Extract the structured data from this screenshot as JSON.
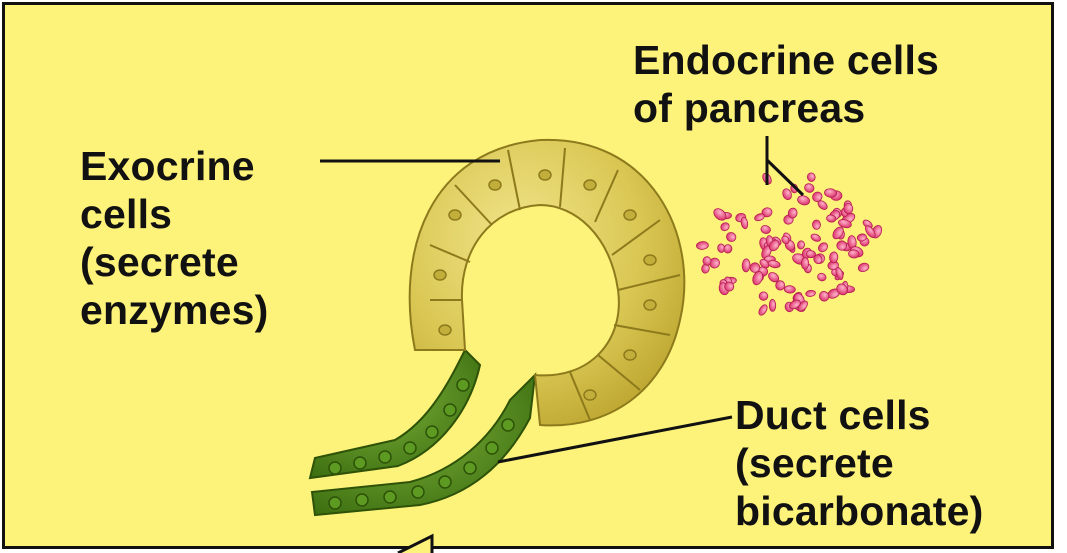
{
  "labels": {
    "exocrine": [
      "Exocrine",
      "cells",
      "(secrete",
      "enzymes)"
    ],
    "endocrine": [
      "Endocrine cells",
      "of pancreas"
    ],
    "duct": [
      "Duct cells",
      "(secrete",
      "bicarbonate)"
    ]
  },
  "colors": {
    "background": "#fdf27a",
    "exocrine_cell": "#d4c24a",
    "duct_cell": "#4e8a18",
    "endocrine_cell": "#e8427a"
  }
}
